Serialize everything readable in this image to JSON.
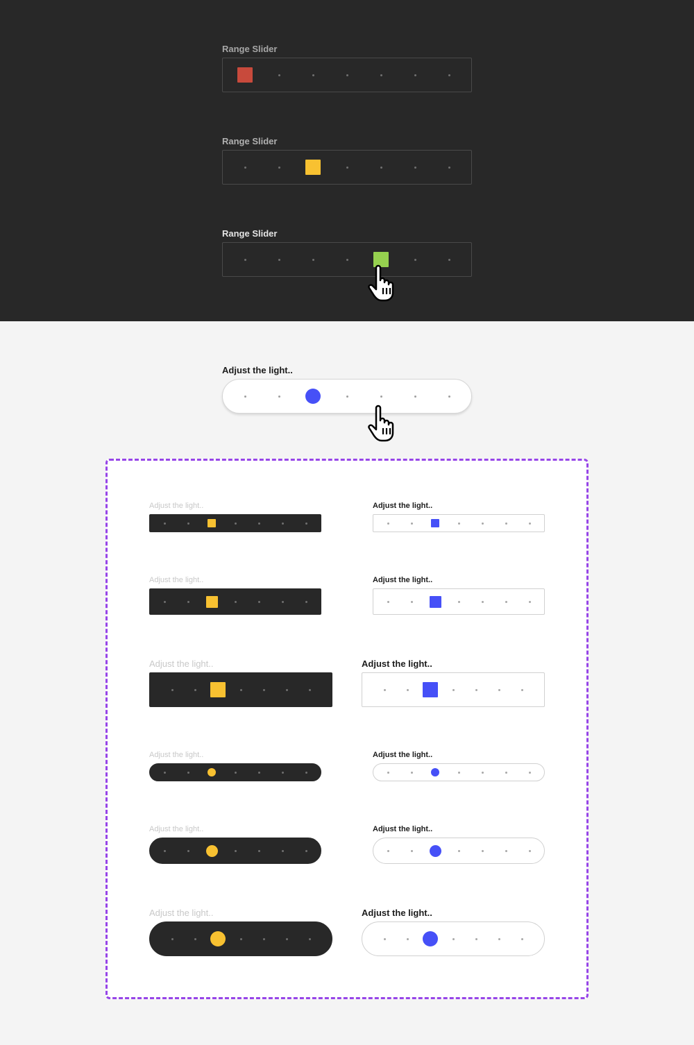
{
  "colors": {
    "dark_bg": "#282828",
    "light_bg": "#f4f4f4",
    "red": "#c84a3c",
    "yellow": "#f8c131",
    "green": "#96d14f",
    "blue": "#4650f7",
    "specimen_border": "#9745e8"
  },
  "dark_sliders": [
    {
      "label": "Range Slider",
      "thumb_color": "red",
      "selected_step": 1,
      "steps": 7
    },
    {
      "label": "Range Slider",
      "thumb_color": "yellow",
      "selected_step": 3,
      "steps": 7
    },
    {
      "label": "Range Slider",
      "thumb_color": "green",
      "selected_step": 5,
      "steps": 7
    }
  ],
  "hero_slider": {
    "label": "Adjust the light..",
    "thumb_color": "blue",
    "selected_step": 3,
    "steps": 7
  },
  "specimen_rows": [
    {
      "dark_label": "Adjust the light..",
      "light_label": "Adjust the light..",
      "shape": "square",
      "size": "small",
      "selected_step": 3,
      "steps": 7
    },
    {
      "dark_label": "Adjust the light..",
      "light_label": "Adjust the light..",
      "shape": "square",
      "size": "medium",
      "selected_step": 3,
      "steps": 7
    },
    {
      "dark_label": "Adjust the light..",
      "light_label": "Adjust the light..",
      "shape": "square",
      "size": "large",
      "selected_step": 3,
      "steps": 7
    },
    {
      "dark_label": "Adjust the light..",
      "light_label": "Adjust the light..",
      "shape": "round",
      "size": "small",
      "selected_step": 3,
      "steps": 7
    },
    {
      "dark_label": "Adjust the light..",
      "light_label": "Adjust the light..",
      "shape": "round",
      "size": "medium",
      "selected_step": 3,
      "steps": 7
    },
    {
      "dark_label": "Adjust the light..",
      "light_label": "Adjust the light..",
      "shape": "round",
      "size": "large",
      "selected_step": 3,
      "steps": 7
    }
  ],
  "cursor_icon": "hand-pointer-icon"
}
